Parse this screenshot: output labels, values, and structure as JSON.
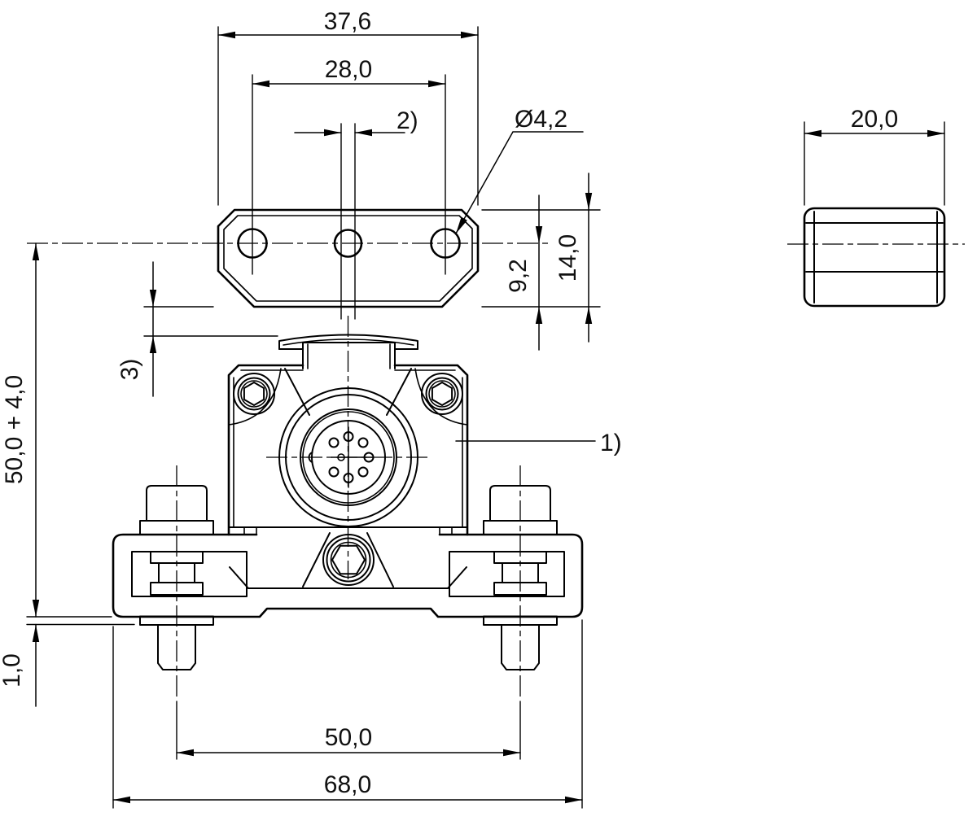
{
  "drawing": {
    "type": "technical-dimension-drawing",
    "background": "#ffffff",
    "line_color": "#000000",
    "views": {
      "front_view": "sensor with mounting bracket and clamp rail",
      "side_view": "bracket plate side profile"
    },
    "dimensions": {
      "bracket_width": "37,6",
      "hole_spacing": "28,0",
      "hole_diameter": "Ø4,2",
      "side_depth": "20,0",
      "bracket_height": "14,0",
      "hole_to_edge": "9,2",
      "mount_height": "50,0 + 4,0",
      "base_offset": "1,0",
      "bolt_spacing": "50,0",
      "base_width": "68,0"
    },
    "callouts": {
      "c1": "1)",
      "c2": "2)",
      "c3": "3)"
    }
  }
}
